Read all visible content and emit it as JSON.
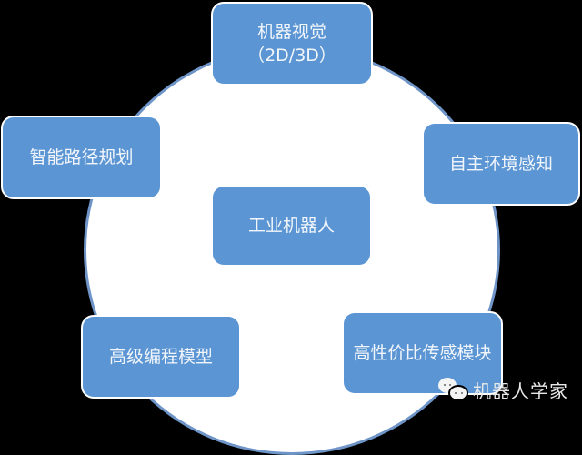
{
  "diagram": {
    "type": "hub-and-spoke",
    "colors": {
      "background": "#000000",
      "circle_fill": "#ffffff",
      "circle_border": "#6f95c8",
      "node_fill": "#5b95d3",
      "node_text": "#f2f6fb"
    },
    "center": {
      "label": "工业机器人"
    },
    "nodes": [
      {
        "id": "top",
        "line1": "机器视觉",
        "line2": "（2D/3D）"
      },
      {
        "id": "left",
        "label": "智能路径规划"
      },
      {
        "id": "right",
        "label": "自主环境感知"
      },
      {
        "id": "bottom_left",
        "label": "高级编程模型"
      },
      {
        "id": "bottom_right",
        "label": "高性价比传感模块"
      }
    ]
  },
  "watermark": {
    "icon": "wechat-icon",
    "text": "机器人学家"
  }
}
